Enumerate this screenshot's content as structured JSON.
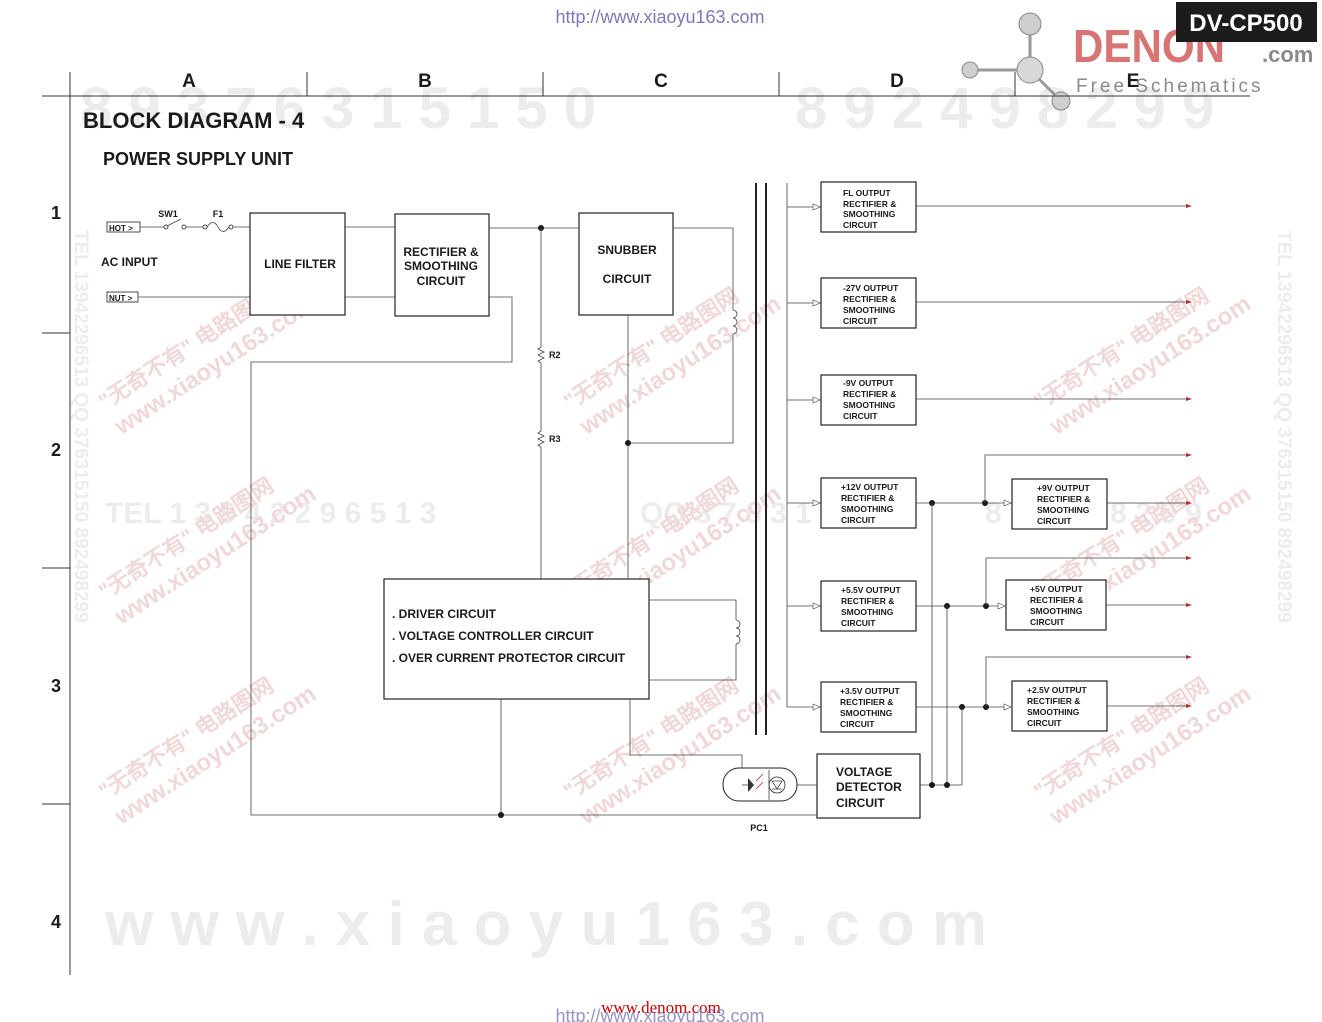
{
  "header": {
    "url_top": "http://www.xiaoyu163.com",
    "model": "DV-CP500",
    "brand_logo": "DENON",
    "brand_suffix": ".com",
    "brand_tagline": "Free Schematics"
  },
  "grid": {
    "columns": [
      "A",
      "B",
      "C",
      "D",
      "E"
    ],
    "rows": [
      "1",
      "2",
      "3",
      "4"
    ]
  },
  "titles": {
    "main": "BLOCK DIAGRAM - 4",
    "sub": "POWER SUPPLY UNIT"
  },
  "input": {
    "label": "AC INPUT",
    "hot": "HOT >",
    "nut": "NUT >",
    "sw": "SW1",
    "fuse": "F1"
  },
  "blocks": {
    "line_filter": "LINE FILTER",
    "rectifier": [
      "RECTIFIER &",
      "SMOOTHING",
      "CIRCUIT"
    ],
    "snubber": [
      "SNUBBER",
      "CIRCUIT"
    ],
    "driver": [
      ". DRIVER CIRCUIT",
      ". VOLTAGE CONTROLLER CIRCUIT",
      ". OVER CURRENT PROTECTOR CIRCUIT"
    ],
    "voltage_detector": [
      "VOLTAGE",
      "DETECTOR",
      "CIRCUIT"
    ]
  },
  "components": {
    "r2": "R2",
    "r3": "R3",
    "pc1": "PC1"
  },
  "outputs": [
    {
      "lines": [
        "FL OUTPUT",
        "RECTIFIER &",
        "SMOOTHING",
        "CIRCUIT"
      ]
    },
    {
      "lines": [
        "-27V OUTPUT",
        "RECTIFIER &",
        "SMOOTHING",
        "CIRCUIT"
      ]
    },
    {
      "lines": [
        "-9V OUTPUT",
        "RECTIFIER &",
        "SMOOTHING",
        "CIRCUIT"
      ]
    },
    {
      "lines": [
        "+12V OUTPUT",
        "RECTIFIER &",
        "SMOOTHING",
        "CIRCUIT"
      ]
    },
    {
      "lines": [
        "+5.5V OUTPUT",
        "RECTIFIER &",
        "SMOOTHING",
        "CIRCUIT"
      ]
    },
    {
      "lines": [
        "+3.5V OUTPUT",
        "RECTIFIER &",
        "SMOOTHING",
        "CIRCUIT"
      ]
    }
  ],
  "regulators": [
    {
      "lines": [
        "+9V OUTPUT",
        "RECTIFIER &",
        "SMOOTHING",
        "CIRCUIT"
      ]
    },
    {
      "lines": [
        "+5V OUTPUT",
        "RECTIFIER &",
        "SMOOTHING",
        "CIRCUIT"
      ]
    },
    {
      "lines": [
        "+2.5V OUTPUT",
        "RECTIFIER &",
        "SMOOTHING",
        "CIRCUIT"
      ]
    }
  ],
  "watermarks": {
    "phone1": "8 9 3 7 6 3 1 5 1 5 0",
    "phone2": "8 9 2 4 9 8 2 9 9",
    "tel": "TEL  1 3 9 4 2 2 9 6 5 1 3",
    "qq": "QQ  3 7 6 3 1 5 1 5 0",
    "mid_tail": "8 9 2 4 9 8 2 9 9",
    "site_big": "w w w . x i a o y u 1 6 3 . c o m",
    "side": "TEL 13942296513  QQ 376315150  892498299",
    "diag1": "\"无奇不有\" 电路图网",
    "diag2": "www.xiaoyu163.com"
  },
  "footer": {
    "url_red": "www.denom.com",
    "url_bottom": "http://www.xiaoyu163.com"
  }
}
